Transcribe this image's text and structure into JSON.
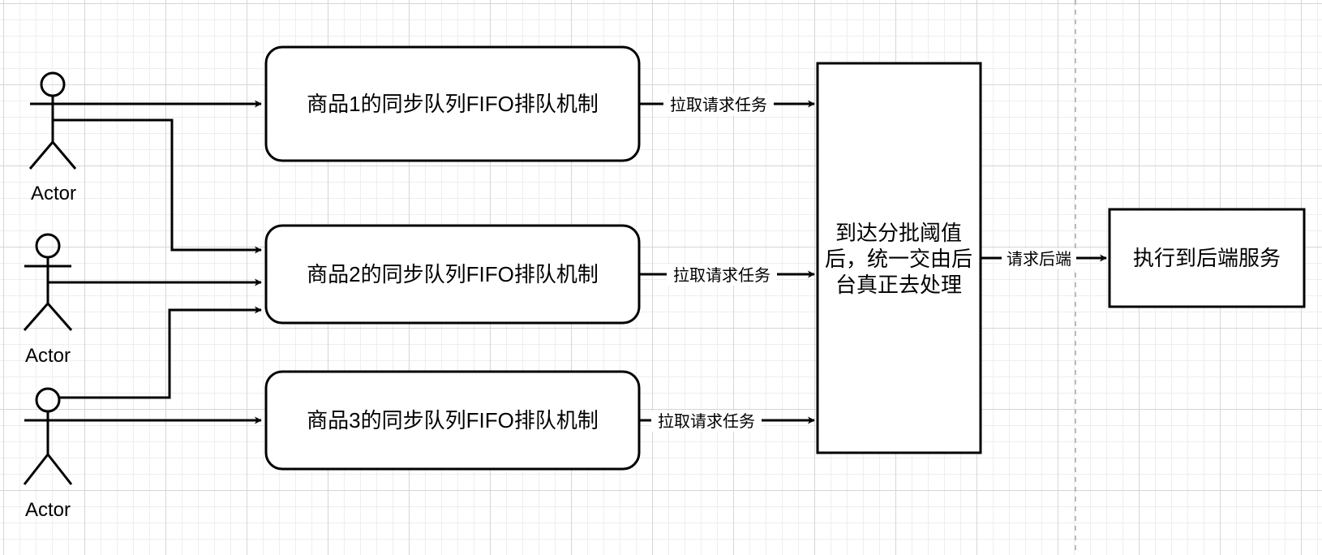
{
  "actors": [
    {
      "label": "Actor"
    },
    {
      "label": "Actor"
    },
    {
      "label": "Actor"
    }
  ],
  "queues": [
    {
      "label": "商品1的同步队列FIFO排队机制"
    },
    {
      "label": "商品2的同步队列FIFO排队机制"
    },
    {
      "label": "商品3的同步队列FIFO排队机制"
    }
  ],
  "queue_edges": [
    {
      "label": "拉取请求任务"
    },
    {
      "label": "拉取请求任务"
    },
    {
      "label": "拉取请求任务"
    }
  ],
  "batch_box": {
    "lines": [
      "到达分批阈值",
      "后，统一交由后",
      "台真正去处理"
    ]
  },
  "backend_edge": {
    "label": "请求后端"
  },
  "backend_box": {
    "label": "执行到后端服务"
  },
  "colors": {
    "stroke": "#000000",
    "divider": "#bbbbbb",
    "background": "#ffffff"
  }
}
